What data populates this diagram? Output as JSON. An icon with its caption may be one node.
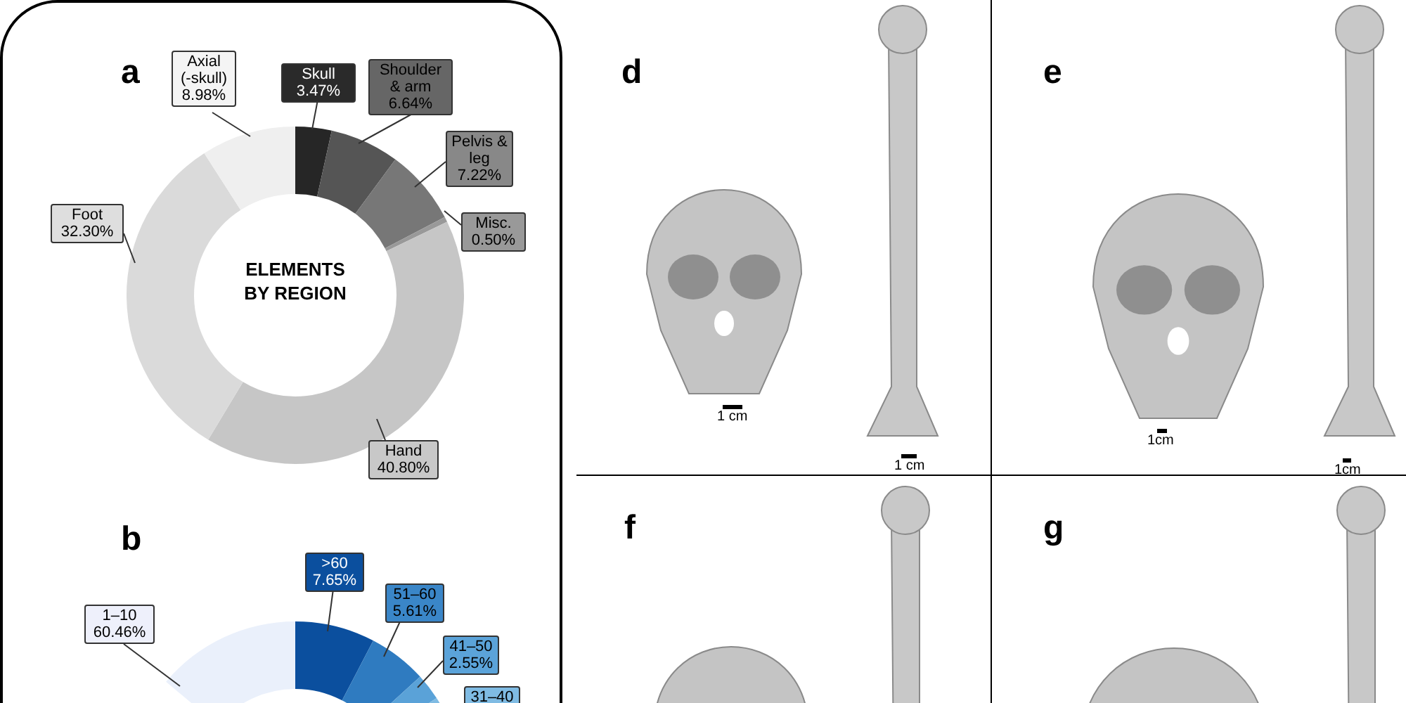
{
  "diagram": {
    "nodes": [
      {
        "text": [
          "Axial (-skull) 8.98%"
        ]
      },
      {
        "text": [
          "Skull 3.47%"
        ]
      },
      {
        "text": [
          "Shoulder & arm 6.64%"
        ]
      },
      {
        "text": [
          "Pelvis & leg 7.22%"
        ]
      },
      {
        "text": [
          "Misc. 0.50%"
        ]
      },
      {
        "text": [
          "Foot 32.30%"
        ]
      },
      {
        "text": [
          "Hand 40.80%"
        ]
      },
      {
        "text": [
          ">60 7.65%"
        ]
      },
      {
        "text": [
          "51–60 5.61%"
        ]
      },
      {
        "text": [
          "1–10 60.46%"
        ]
      },
      {
        "text": [
          "41–50 2.55%"
        ]
      },
      {
        "text": [
          "31–40"
        ]
      },
      {
        "text": [],
        "shape": "arc"
      },
      {
        "text": [],
        "shape": "arc"
      },
      {
        "text": [],
        "shape": "arc"
      },
      {
        "text": [],
        "shape": "arc"
      },
      {
        "text": [],
        "shape": "arc"
      },
      {
        "text": [],
        "shape": "arc"
      },
      {
        "text": [],
        "shape": "arc"
      },
      {
        "text": [],
        "shape": "arc"
      },
      {
        "text": [],
        "shape": "arc"
      },
      {
        "text": [],
        "shape": "arc"
      },
      {
        "text": [],
        "shape": "arc"
      },
      {
        "text": [],
        "shape": "arc"
      }
    ],
    "edges": [
      {
        "from": 0,
        "to": 18,
        "arrow": "none"
      },
      {
        "from": 1,
        "to": 12,
        "arrow": "none"
      },
      {
        "from": 2,
        "to": 13,
        "arrow": "none"
      },
      {
        "from": 3,
        "to": 14,
        "arrow": "none"
      },
      {
        "from": 4,
        "to": 15,
        "arrow": "none"
      },
      {
        "from": 5,
        "to": 17,
        "arrow": "none"
      },
      {
        "from": 6,
        "to": 16,
        "arrow": "none"
      },
      {
        "from": 7,
        "to": 19,
        "arrow": "none"
      },
      {
        "from": 8,
        "to": 20,
        "arrow": "none"
      },
      {
        "from": 9,
        "to": 23,
        "arrow": "none"
      },
      {
        "from": 10,
        "to": 21,
        "arrow": "none"
      }
    ],
    "labels": [
      "a",
      "ELEMENTS BY REGION",
      "b",
      "d",
      "e",
      "1 cm",
      "1 cm",
      "1cm",
      "1cm",
      "f",
      "g"
    ]
  }
}
